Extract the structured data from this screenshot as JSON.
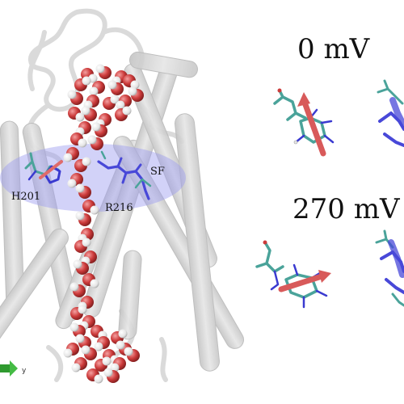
{
  "labels": {
    "sf": "SF",
    "h201": "H201",
    "r216": "R216",
    "voltage_top": "0 mV",
    "voltage_bottom": "270 mV",
    "axis_y": "y"
  },
  "colors": {
    "helix": "#d6d6d6",
    "loop": "#cfcfcf",
    "water_oxygen": "#cc3b3b",
    "water_hydrogen": "#f2f2f2",
    "selectivity_filter": "#9c9cf0",
    "histidine": "#4aa39a",
    "arginine": "#4848d8",
    "dipole_arrow": "#e06b6b",
    "axis_arrow": "#33aa33"
  },
  "icons": [
    "axis-triad-icon"
  ]
}
